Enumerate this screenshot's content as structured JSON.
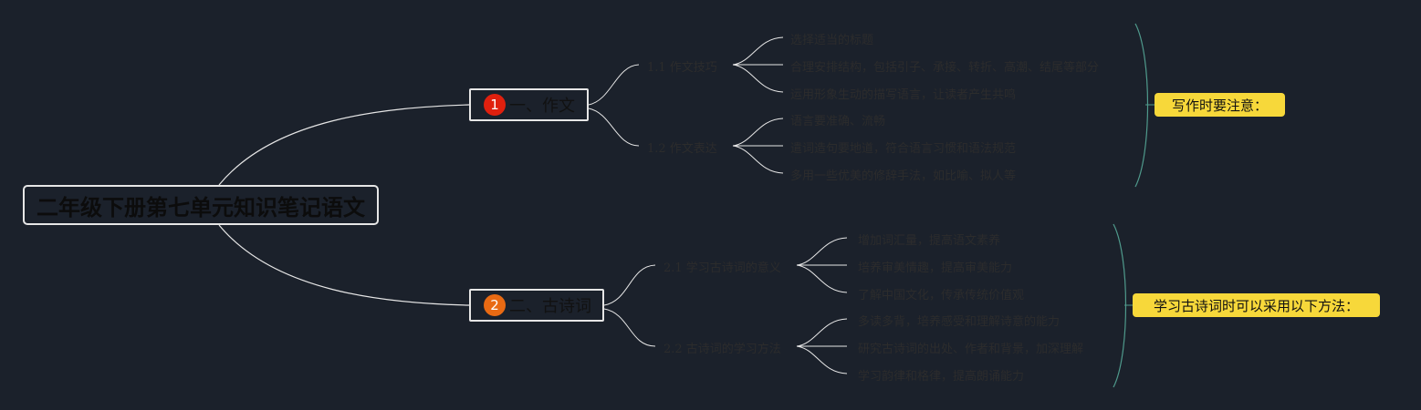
{
  "root": {
    "title": "二年级下册第七单元知识笔记语文"
  },
  "branches": [
    {
      "number": "1",
      "label": "一、作文",
      "color": "#e0200e",
      "subs": [
        {
          "label": "1.1 作文技巧",
          "leaves": [
            "选择适当的标题",
            "合理安排结构，包括引子、承接、转折、高潮、结尾等部分",
            "运用形象生动的描写语言，让读者产生共鸣"
          ]
        },
        {
          "label": "1.2 作文表达",
          "leaves": [
            "语言要准确、流畅",
            "遣词造句要地道，符合语言习惯和语法规范",
            "多用一些优美的修辞手法，如比喻、拟人等"
          ]
        }
      ],
      "note": "写作时要注意："
    },
    {
      "number": "2",
      "label": "二、古诗词",
      "color": "#e96a13",
      "subs": [
        {
          "label": "2.1 学习古诗词的意义",
          "leaves": [
            "增加词汇量，提高语文素养",
            "培养审美情趣，提高审美能力",
            "了解中国文化，传承传统价值观"
          ]
        },
        {
          "label": "2.2 古诗词的学习方法",
          "leaves": [
            "多读多背，培养感受和理解诗意的能力",
            "研究古诗词的出处、作者和背景，加深理解",
            "学习韵律和格律，提高朗诵能力"
          ]
        }
      ],
      "note": "学习古诗词时可以采用以下方法："
    }
  ],
  "colors": {
    "background": "#1b212b",
    "line": "#e6e6e6",
    "bracket": "#4f9a8c",
    "note": "#f7d83a"
  }
}
